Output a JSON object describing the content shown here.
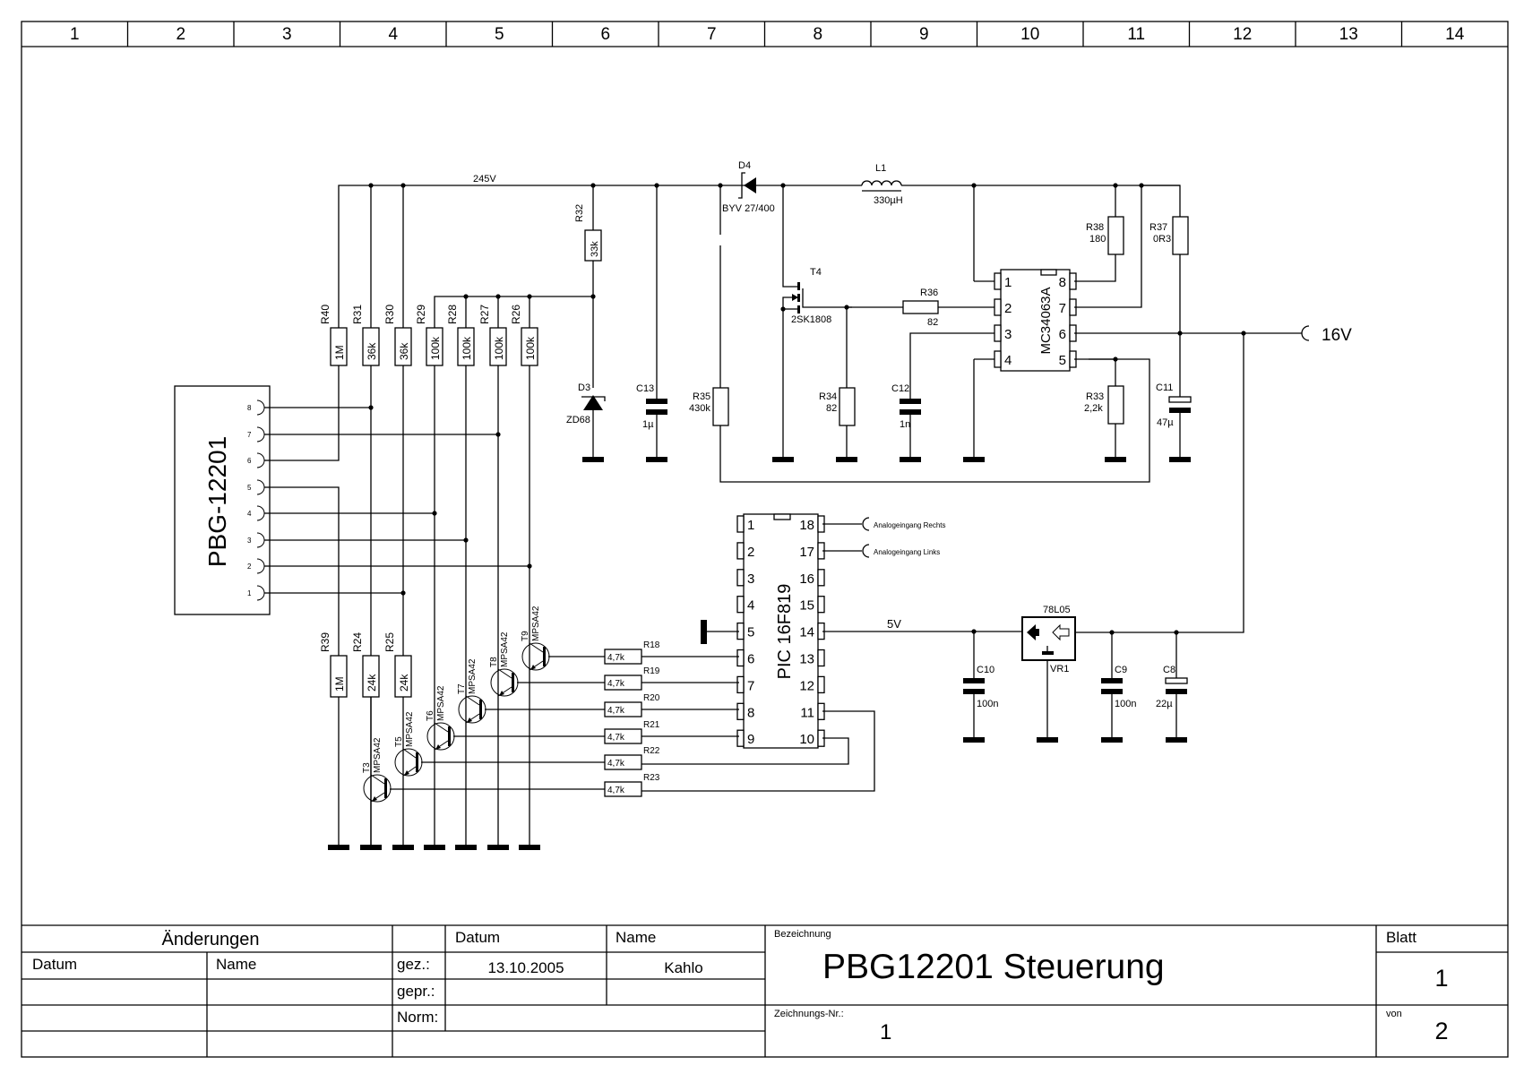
{
  "frame": {
    "column_numbers": [
      "1",
      "2",
      "3",
      "4",
      "5",
      "6",
      "7",
      "8",
      "9",
      "10",
      "11",
      "12",
      "13",
      "14"
    ]
  },
  "nets": {
    "hv_rail": "245V",
    "input_16v": "16V",
    "logic_5v": "5V"
  },
  "connector": {
    "name": "PBG-12201",
    "pins": [
      "8",
      "7",
      "6",
      "5",
      "4",
      "3",
      "2",
      "1"
    ]
  },
  "resistors_top": [
    {
      "ref": "R40",
      "value": "1M"
    },
    {
      "ref": "R31",
      "value": "36k"
    },
    {
      "ref": "R30",
      "value": "36k"
    },
    {
      "ref": "R29",
      "value": "100k"
    },
    {
      "ref": "R28",
      "value": "100k"
    },
    {
      "ref": "R27",
      "value": "100k"
    },
    {
      "ref": "R26",
      "value": "100k"
    }
  ],
  "resistors_bottom": [
    {
      "ref": "R39",
      "value": "1M"
    },
    {
      "ref": "R24",
      "value": "24k"
    },
    {
      "ref": "R25",
      "value": "24k"
    }
  ],
  "transistors": [
    {
      "ref": "T3",
      "type": "MPSA42"
    },
    {
      "ref": "T5",
      "type": "MPSA42"
    },
    {
      "ref": "T6",
      "type": "MPSA42"
    },
    {
      "ref": "T7",
      "type": "MPSA42"
    },
    {
      "ref": "T8",
      "type": "MPSA42"
    },
    {
      "ref": "T9",
      "type": "MPSA42"
    }
  ],
  "base_resistors": [
    {
      "ref": "R18",
      "value": "4,7k"
    },
    {
      "ref": "R19",
      "value": "4,7k"
    },
    {
      "ref": "R20",
      "value": "4,7k"
    },
    {
      "ref": "R21",
      "value": "4,7k"
    },
    {
      "ref": "R22",
      "value": "4,7k"
    },
    {
      "ref": "R23",
      "value": "4,7k"
    }
  ],
  "supply": {
    "r32": {
      "ref": "R32",
      "value": "33k"
    },
    "d3": {
      "ref": "D3",
      "value": "ZD68"
    },
    "c13": {
      "ref": "C13",
      "value": "1µ"
    },
    "d4": {
      "ref": "D4",
      "value": "BYV 27/400"
    },
    "l1": {
      "ref": "L1",
      "value": "330µH"
    },
    "r35": {
      "ref": "R35",
      "value": "430k"
    },
    "t4": {
      "ref": "T4",
      "value": "2SK1808"
    },
    "r34": {
      "ref": "R34",
      "value": "82"
    },
    "r36": {
      "ref": "R36",
      "value": "82"
    },
    "c12": {
      "ref": "C12",
      "value": "1n"
    },
    "r38": {
      "ref": "R38",
      "value": "180"
    },
    "r37": {
      "ref": "R37",
      "value": "0R3"
    },
    "r33": {
      "ref": "R33",
      "value": "2,2k"
    },
    "c11": {
      "ref": "C11",
      "value": "47µ"
    }
  },
  "mc34063": {
    "name": "MC34063A",
    "left_pins": [
      "1",
      "2",
      "3",
      "4"
    ],
    "right_pins": [
      "8",
      "7",
      "6",
      "5"
    ]
  },
  "pic": {
    "name": "PIC 16F819",
    "left_pins": [
      "1",
      "2",
      "3",
      "4",
      "5",
      "6",
      "7",
      "8",
      "9"
    ],
    "right_pins": [
      "18",
      "17",
      "16",
      "15",
      "14",
      "13",
      "12",
      "11",
      "10"
    ],
    "inputs": [
      "Analogeingang Rechts",
      "Analogeingang Links"
    ]
  },
  "regulator": {
    "type": "78L05",
    "ref": "VR1",
    "c10": {
      "ref": "C10",
      "value": "100n"
    },
    "c9": {
      "ref": "C9",
      "value": "100n"
    },
    "c8": {
      "ref": "C8",
      "value": "22µ"
    }
  },
  "title_block": {
    "changes_label": "Änderungen",
    "datum_label": "Datum",
    "name_label": "Name",
    "gez_label": "gez.:",
    "gepr_label": "gepr.:",
    "norm_label": "Norm:",
    "gez_datum": "13.10.2005",
    "gez_name": "Kahlo",
    "bezeichnung_label": "Bezeichnung",
    "title": "PBG12201 Steuerung",
    "zeichnungs_nr_label": "Zeichnungs-Nr.:",
    "zeichnungs_nr": "1",
    "blatt_label": "Blatt",
    "blatt": "1",
    "von_label": "von",
    "von": "2"
  }
}
